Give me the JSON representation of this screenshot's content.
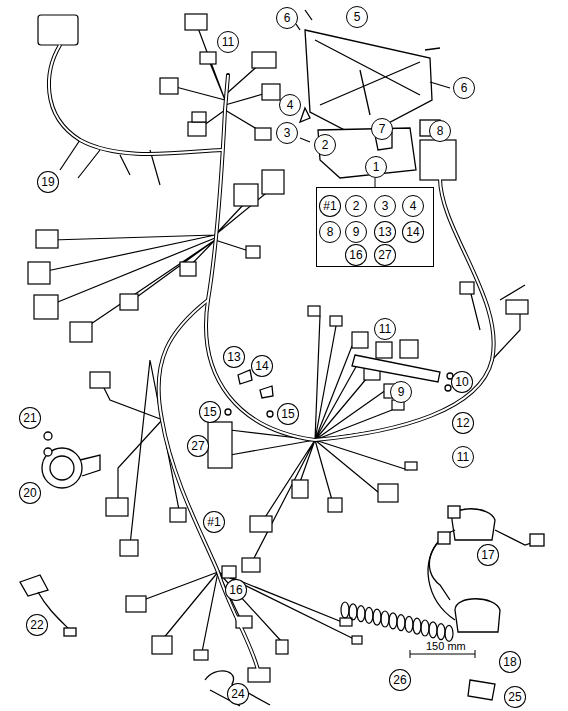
{
  "diagram": {
    "nodes": [
      {
        "text": [
          "6"
        ]
      },
      {
        "text": [
          "5"
        ]
      },
      {
        "text": [
          "11"
        ]
      },
      {
        "text": [
          "6"
        ]
      },
      {
        "text": [
          "4"
        ]
      },
      {
        "text": [
          "3"
        ]
      },
      {
        "text": [
          "7"
        ]
      },
      {
        "text": [
          "8"
        ]
      },
      {
        "text": [
          "2"
        ]
      },
      {
        "text": [
          "1"
        ]
      },
      {
        "text": [
          "#1"
        ],
        "in": 9
      },
      {
        "text": [
          "2"
        ],
        "in": 9
      },
      {
        "text": [
          "3"
        ],
        "in": 9
      },
      {
        "text": [
          "4"
        ],
        "in": 9
      },
      {
        "text": [
          "8"
        ],
        "in": 9
      },
      {
        "text": [
          "9"
        ],
        "in": 9
      },
      {
        "text": [
          "13"
        ],
        "in": 9
      },
      {
        "text": [
          "14"
        ],
        "in": 9
      },
      {
        "text": [
          "16"
        ],
        "in": 9
      },
      {
        "text": [
          "27"
        ],
        "in": 9
      },
      {
        "text": [
          "19"
        ]
      },
      {
        "text": [
          "11"
        ]
      },
      {
        "text": [
          "13"
        ]
      },
      {
        "text": [
          "9"
        ]
      },
      {
        "text": [
          "14"
        ]
      },
      {
        "text": [
          "10"
        ]
      },
      {
        "text": [
          "15"
        ]
      },
      {
        "text": [
          "15"
        ]
      },
      {
        "text": [
          "21"
        ]
      },
      {
        "text": [
          "12"
        ]
      },
      {
        "text": [
          "27"
        ]
      },
      {
        "text": [
          "11"
        ]
      },
      {
        "text": [
          "20"
        ]
      },
      {
        "text": [
          "#1"
        ]
      },
      {
        "text": [
          "17"
        ]
      },
      {
        "text": [
          "16"
        ]
      },
      {
        "text": [
          "22"
        ]
      },
      {
        "text": [
          "18"
        ]
      },
      {
        "text": [
          "26"
        ]
      },
      {
        "text": [
          "24"
        ]
      },
      {
        "text": [
          "25"
        ]
      }
    ],
    "labels": [
      "150 mm"
    ]
  }
}
